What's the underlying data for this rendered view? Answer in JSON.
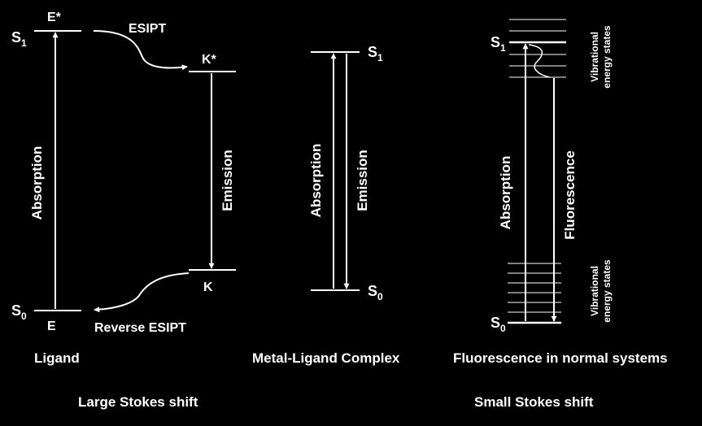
{
  "colors": {
    "background": "#000000",
    "foreground": "#ffffff"
  },
  "ligand": {
    "s1": "S",
    "s1_sub": "1",
    "s0": "S",
    "s0_sub": "0",
    "e_star": "E*",
    "e": "E",
    "k_star": "K*",
    "k": "K",
    "esipt": "ESIPT",
    "reverse_esipt": "Reverse ESIPT",
    "absorption": "Absorption",
    "emission": "Emission",
    "caption": "Ligand"
  },
  "complex": {
    "s1": "S",
    "s1_sub": "1",
    "s0": "S",
    "s0_sub": "0",
    "absorption": "Absorption",
    "emission": "Emission",
    "caption": "Metal-Ligand Complex"
  },
  "normal": {
    "s1": "S",
    "s1_sub": "1",
    "s0": "S",
    "s0_sub": "0",
    "absorption": "Absorption",
    "fluorescence": "Fluorescence",
    "vib_line1": "Vibrational",
    "vib_line2": "energy states",
    "caption": "Fluorescence in normal systems"
  },
  "footer": {
    "large_shift": "Large Stokes shift",
    "small_shift": "Small Stokes shift"
  }
}
